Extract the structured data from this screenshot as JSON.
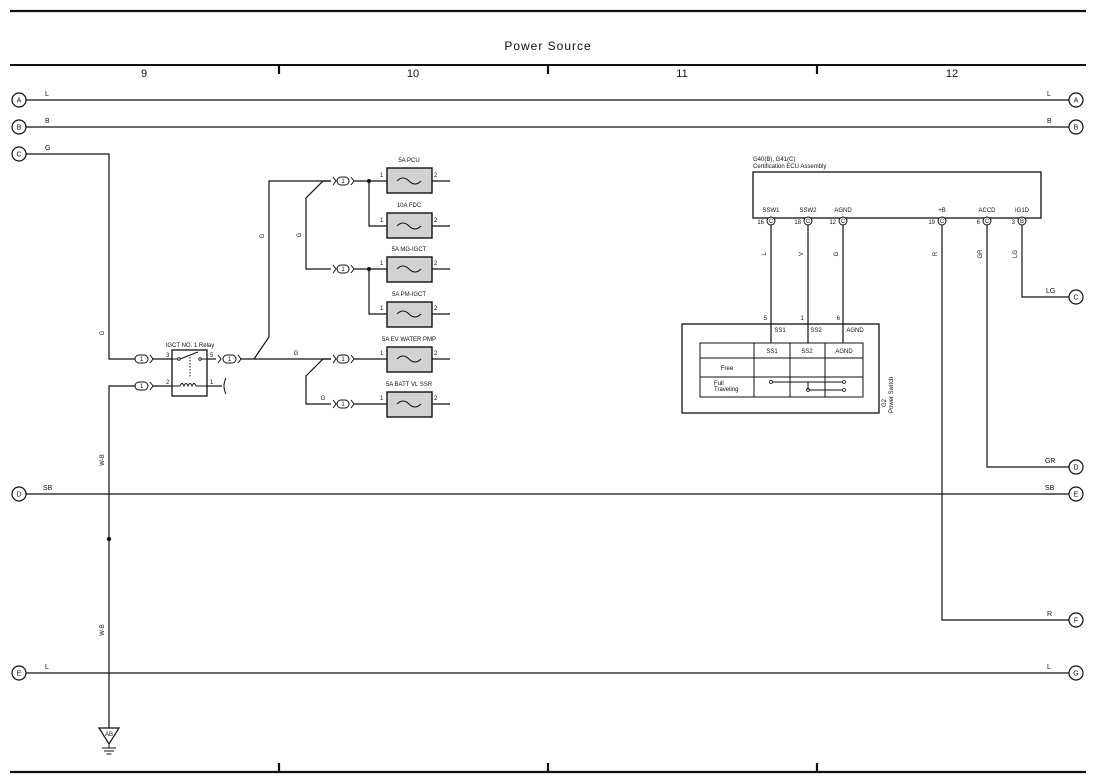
{
  "page": {
    "title": "Power Source",
    "columns": [
      "9",
      "10",
      "11",
      "12"
    ]
  },
  "connectors_left": [
    {
      "id": "A",
      "wire": "L"
    },
    {
      "id": "B",
      "wire": "B"
    },
    {
      "id": "C",
      "wire": "G"
    },
    {
      "id": "D",
      "wire": "SB"
    },
    {
      "id": "E",
      "wire": "L"
    }
  ],
  "connectors_right": [
    {
      "id": "A",
      "wire": "L"
    },
    {
      "id": "B",
      "wire": "B"
    },
    {
      "id": "C",
      "wire": "LG"
    },
    {
      "id": "D",
      "wire": "GR"
    },
    {
      "id": "E",
      "wire": "SB"
    },
    {
      "id": "F",
      "wire": "R"
    },
    {
      "id": "G",
      "wire": "L"
    }
  ],
  "relay": {
    "name": "IGCT NO. 1 Relay",
    "pin_3": "3",
    "pin_5": "5",
    "pin_2": "2",
    "pin_1": "1",
    "junction": "1"
  },
  "fuses": [
    {
      "name": "5A PCU",
      "pin_in": "1",
      "pin_out": "2"
    },
    {
      "name": "10A FDC",
      "pin_in": "1",
      "pin_out": "2"
    },
    {
      "name": "5A MG-IGCT",
      "pin_in": "1",
      "pin_out": "2"
    },
    {
      "name": "5A PM-IGCT",
      "pin_in": "1",
      "pin_out": "2"
    },
    {
      "name": "5A EV WATER PMP",
      "pin_in": "1",
      "pin_out": "2"
    },
    {
      "name": "5A BATT VL SSR",
      "pin_in": "1",
      "pin_out": "2"
    }
  ],
  "wire_colors": {
    "relay_feed": "G",
    "relay_out_up": "G",
    "fuse_branch": "G",
    "relay_out": "G",
    "fuse_bottom": "G",
    "ground_upper": "W-B",
    "ground_lower": "W-B"
  },
  "ground": {
    "label": "AB"
  },
  "ecu": {
    "ref": "G40(B), G41(C)",
    "name": "Certification ECU Assembly",
    "terminals": [
      {
        "label": "SSW1",
        "pin": "16",
        "conn": "C",
        "wire": "L"
      },
      {
        "label": "SSW2",
        "pin": "18",
        "conn": "C",
        "wire": "V"
      },
      {
        "label": "AGND",
        "pin": "12",
        "conn": "C",
        "wire": "G"
      },
      {
        "label": "+B",
        "pin": "19",
        "conn": "C",
        "wire": "R"
      },
      {
        "label": "ACCD",
        "pin": "6",
        "conn": "C",
        "wire": "GR"
      },
      {
        "label": "IG1D",
        "pin": "3",
        "conn": "B",
        "wire": "LG"
      }
    ]
  },
  "power_switch": {
    "ref": "G2",
    "name": "Power Switch",
    "pins": [
      {
        "pin": "5",
        "label": "SS1"
      },
      {
        "pin": "1",
        "label": "SS2"
      },
      {
        "pin": "6",
        "label": "AGND"
      }
    ],
    "table_header": [
      "SS1",
      "SS2",
      "AGND"
    ],
    "rows": [
      "Free",
      "Full\nTraveling"
    ]
  }
}
